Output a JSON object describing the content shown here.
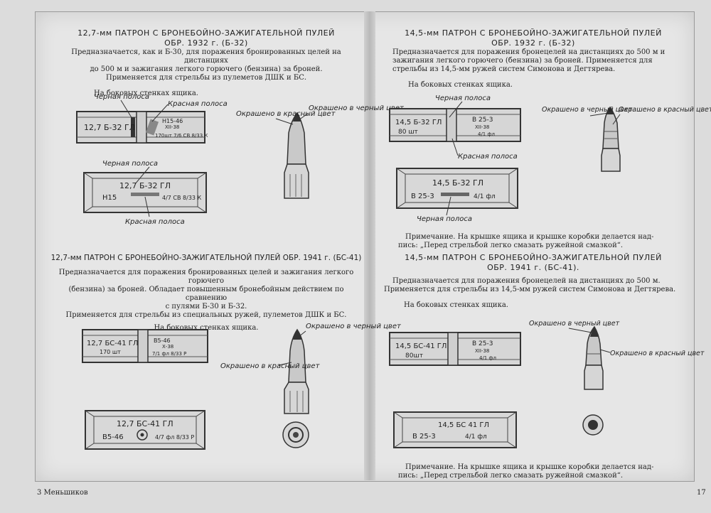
{
  "footer": {
    "left": "3 Меньшиков",
    "page_number": "17"
  },
  "sections": {
    "tl": {
      "title1": "12,7-мм ПАТРОН С БРОНЕБОЙНО-ЗАЖИГАТЕЛЬНОЙ ПУЛЕЙ",
      "title2": "ОБР. 1932 г. (Б-32)",
      "desc": [
        "Предназначается, как и Б-30, для поражения бронированных целей на дистанциях",
        "до 500 м и зажигания легкого горючего (бензина) за броней.",
        "Применяется для стрельбы из пулеметов ДШК и БС."
      ],
      "side_caption": "На боковых стенках ящика.",
      "box1": {
        "l1": "12,7 Б-32 ГЛ",
        "r1": "Н15-46",
        "r2": "ХII-38",
        "r3": "170шт 7/6 СВ 8/33 К"
      },
      "box2": {
        "l1": "12,7 Б-32 ГЛ",
        "l2": "Н15",
        "r": "4/7 СВ 8/33 К"
      },
      "labels": {
        "black_stripe": "Черная полоса",
        "red_stripe": "Красная полоса",
        "black_stripe2": "Черная полоса",
        "red_stripe2": "Красная полоса",
        "painted_red": "Окрашено в красный цвет",
        "painted_black": "Окрашено в черный цвет"
      }
    },
    "tr": {
      "title1": "14,5-мм ПАТРОН С БРОНЕБОЙНО-ЗАЖИГАТЕЛЬНОЙ ПУЛЕЙ",
      "title2": "ОБР. 1932 г. (Б-32)",
      "desc": [
        "Предназначается для поражения бронецелей на дистанциях до 500 м и",
        "зажигания легкого горючего (бензина) за броней. Применяется для",
        "стрельбы из 14,5-мм ружей систем Симонова и Дегтярева."
      ],
      "side_caption": "На боковых стенках ящика.",
      "box1": {
        "l1": "14,5 Б-32 ГЛ",
        "l2": "80 шт",
        "r1": "В 25-3",
        "r2": "ХII-38",
        "r3": "4/1 фл"
      },
      "box2": {
        "l1": "14,5 Б-32 ГЛ",
        "l2": "В 25-3",
        "r": "4/1 фл"
      },
      "labels": {
        "black_stripe": "Черная полоса",
        "red_stripe": "Красная полоса",
        "black_stripe2": "Черная полоса",
        "painted_black": "Окрашено в черный цвет",
        "painted_red": "Окрашено в красный цвет"
      },
      "note": [
        "Примечание. На крышке ящика и крышке коробки делается над-",
        "пись: „Перед стрельбой легко смазать ружейной смазкой“."
      ]
    },
    "bl": {
      "title1": "12,7-мм ПАТРОН С БРОНЕБОЙНО-ЗАЖИГАТЕЛЬНОЙ ПУЛЕЙ ОБР. 1941 г. (БС-41)",
      "desc": [
        "Предназначается для поражения бронированных целей и зажигания легкого горючего",
        "(бензина) за броней. Обладает повышенным бронебойным действием по сравнению",
        "с пулями Б-30 и Б-32.",
        "Применяется для стрельбы из специальных ружей, пулеметов ДШК и БС."
      ],
      "side_caption": "На боковых стенках ящика.",
      "box1": {
        "l1": "12,7 БС-41 ГЛ",
        "l2": "170 шт",
        "r1": "В5-46",
        "r2": "Х-38",
        "r3": "7/1 фл 8/33 Р"
      },
      "box2": {
        "l1": "12,7 БС-41 ГЛ",
        "l2": "В5-46",
        "r": "4/7 фл 8/33 Р"
      },
      "labels": {
        "painted_black": "Окрашено в черный цвет",
        "painted_red": "Окрашено в красный цвет"
      }
    },
    "br": {
      "title1": "14,5-мм ПАТРОН С БРОНЕБОЙНО-ЗАЖИГАТЕЛЬНОЙ ПУЛЕЙ",
      "title2": "ОБР. 1941 г. (БС-41).",
      "desc": [
        "Предназначается для поражения бронецелей на дистанциях до 500 м.",
        "Применяется для стрельбы из 14,5-мм ружей систем Симонова и Дегтярева."
      ],
      "side_caption": "На боковых стенках ящика.",
      "box1": {
        "l1": "14,5 БС-41 ГЛ",
        "l2": "80шт",
        "r1": "В 25-3",
        "r2": "ХII-38",
        "r3": "4/1 фл"
      },
      "box2": {
        "l1": "14,5 БС  41 ГЛ",
        "l2": "В 25-3",
        "r": "4/1 фл"
      },
      "labels": {
        "painted_black": "Окрашено в черный цвет",
        "painted_red": "Окрашено в красный цвет"
      },
      "note": [
        "Примечание. На крышке ящика и крышке коробки делается над-",
        "пись: „Перед стрельбой легко смазать ружейной смазкой“."
      ]
    }
  }
}
